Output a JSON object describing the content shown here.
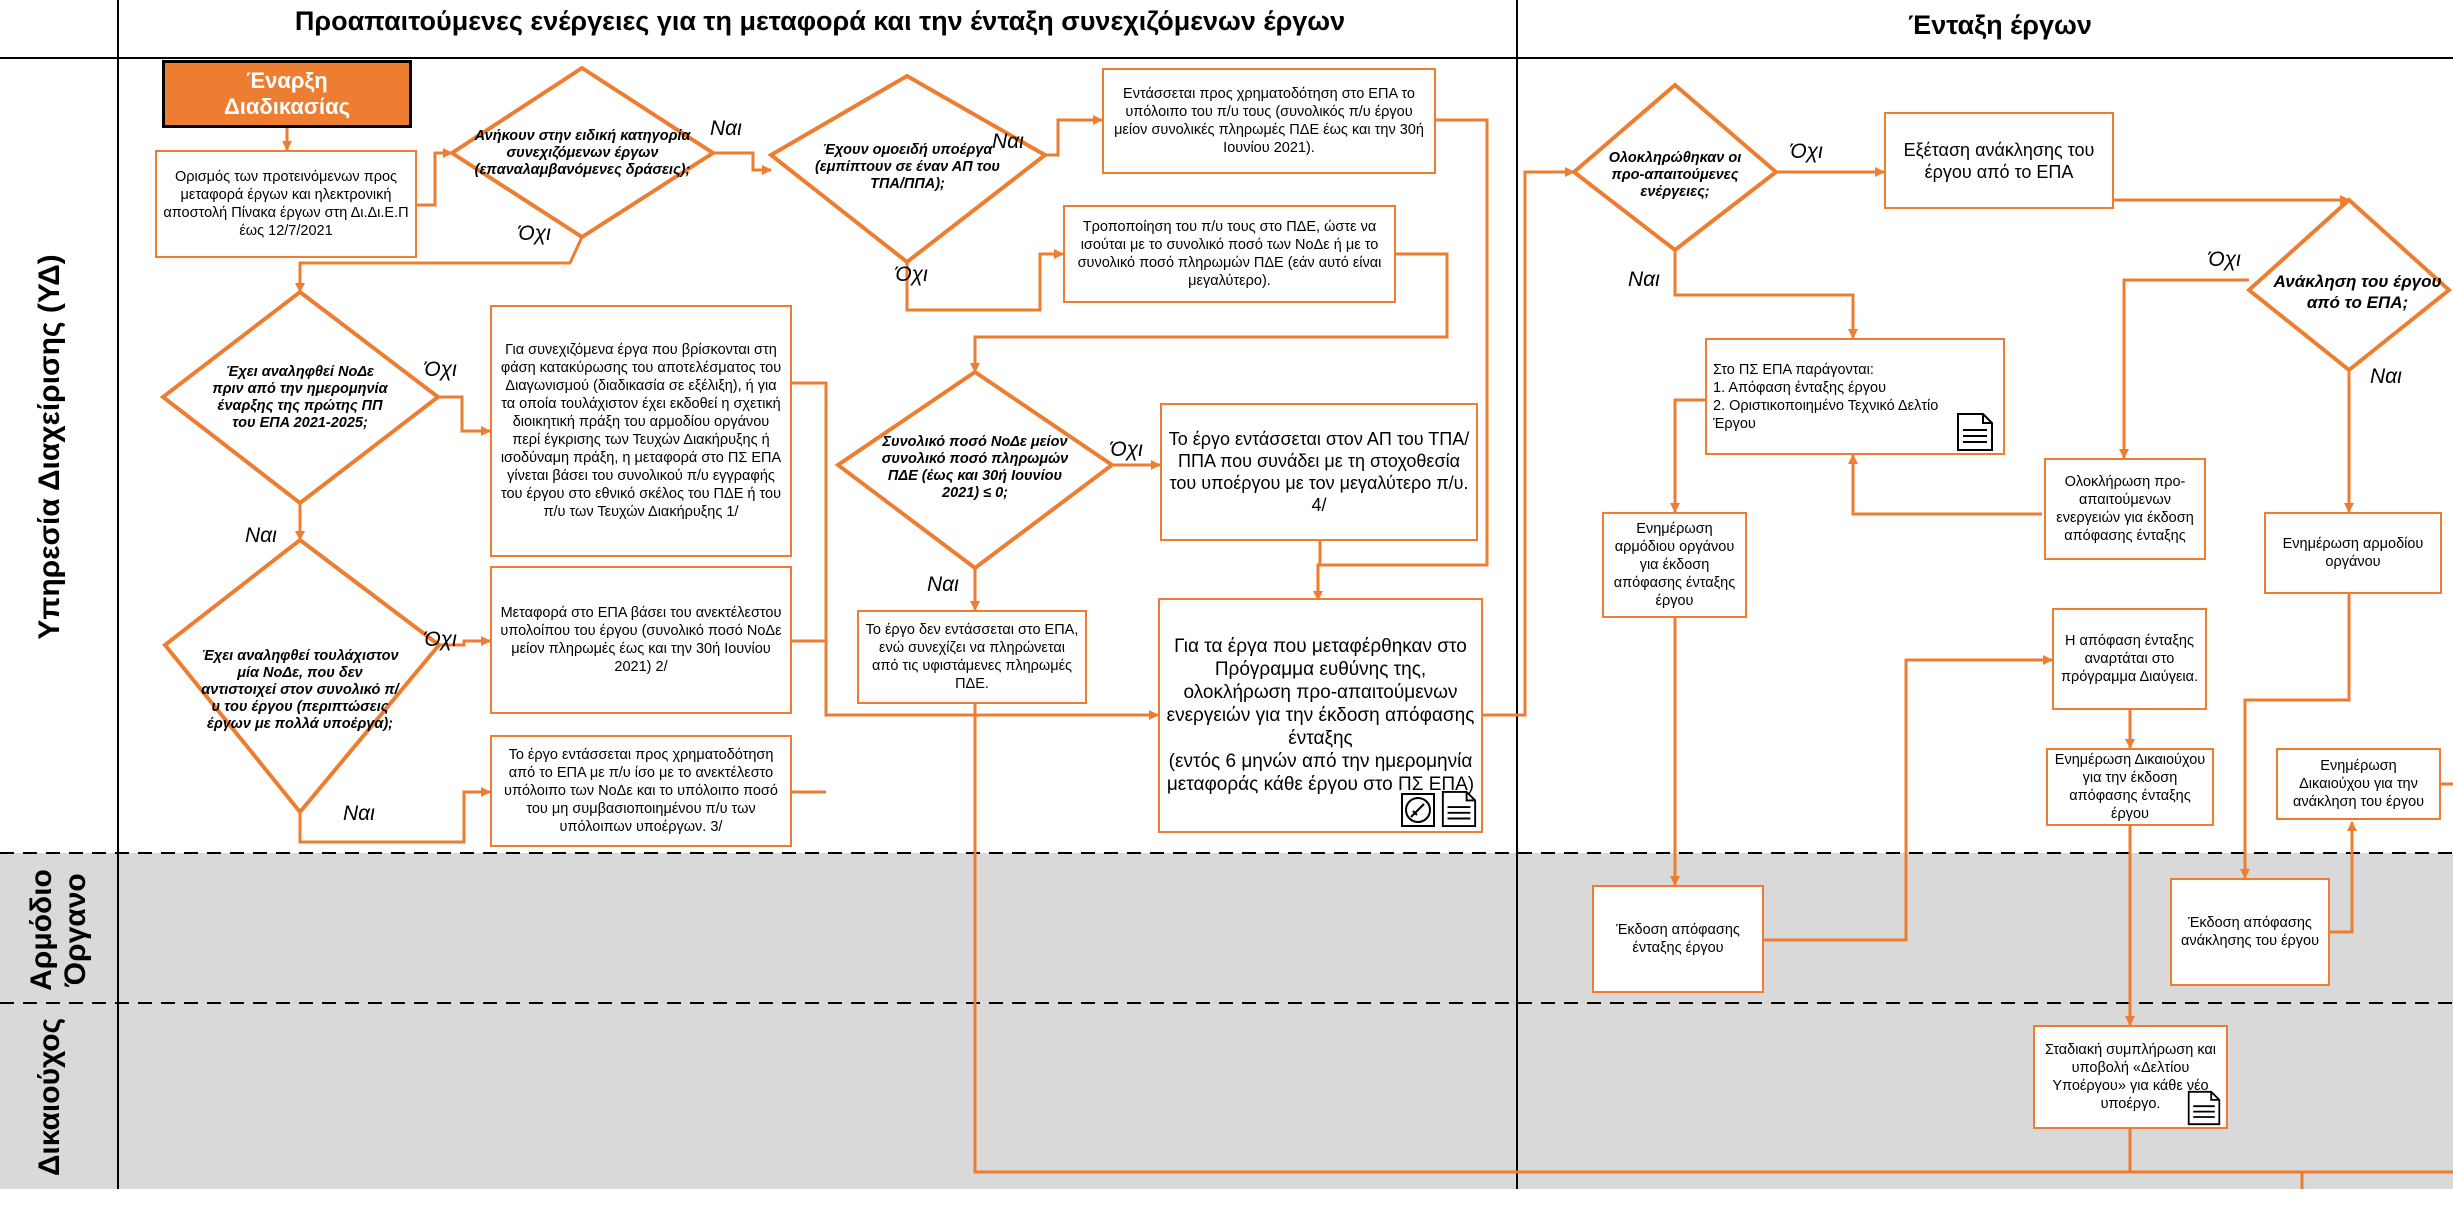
{
  "headers": {
    "left": "Προαπαιτούμενες ενέργειες για τη μεταφορά και την ένταξη συνεχιζόμενων έργων",
    "right": "Ένταξη έργων"
  },
  "lanes": {
    "yd": "Υπηρεσία Διαχείρισης (ΥΔ)",
    "organo": "Αρμόδιο\nΌργανο",
    "dikaiouxos": "Δικαιούχος"
  },
  "start": "Έναρξη\nΔιαδικασίας",
  "boxes": {
    "orismos": "Ορισμός των προτεινόμενων προς μεταφορά έργων και ηλεκτρονική αποστολή Πίνακα έργων στη Δι.Δι.Ε.Π έως 12/7/2021",
    "entassetai_ypoloipo": "Εντάσσεται προς χρηματοδότηση στο ΕΠΑ το υπόλοιπο του π/υ τους (συνολικός π/υ έργου μείον συνολικές πληρωμές ΠΔΕ έως και  την 30ή Ιουνίου 2021).",
    "tropopoiisi": "Τροποποίηση του π/υ τους στο ΠΔΕ, ώστε να ισούται με το συνολικό ποσό των ΝοΔε ή με το συνολικό ποσό πληρωμών ΠΔΕ (εάν αυτό είναι μεγαλύτερο).",
    "katakyrosi": "Για συνεχιζόμενα έργα που βρίσκονται στη φάση κατακύρωσης του αποτελέσματος του Διαγωνισμού (διαδικασία σε εξέλιξη), ή για τα οποία τουλάχιστον έχει εκδοθεί η σχετική διοικητική πράξη του αρμοδίου οργάνου περί έγκρισης των Τευχών Διακήρυξης ή ισοδύναμη πράξη, η μεταφορά στο ΠΣ ΕΠΑ γίνεται βάσει του συνολικού π/υ εγγραφής του έργου στο εθνικό σκέλος του ΠΔΕ ή του π/υ των Τευχών Διακήρυξης 1/",
    "metafora_anektelestou": "Μεταφορά στο ΕΠΑ βάσει του ανεκτέλεστου υπολοίπου του έργου (συνολικό ποσό ΝοΔε μείον πληρωμές έως και την 30ή Ιουνίου 2021) 2/",
    "entassetai_anektelesto": "Το έργο εντάσσεται προς χρηματοδότηση από το ΕΠΑ με π/υ ίσο με το ανεκτέλεστο υπόλοιπο των ΝοΔε και το υπόλοιπο ποσό του μη συμβασιοποιημένου π/υ των υπόλοιπων υποέργων. 3/",
    "entassetai_ap": "Το  έργο εντάσσεται στον ΑΠ του ΤΠΑ/ΠΠΑ που συνάδει με τη στοχοθεσία του υποέργου με τον μεγαλύτερο π/υ. 4/",
    "den_entassetai": "Το έργο δεν εντάσσεται στο ΕΠΑ, ενώ συνεχίζει να πληρώνεται από τις υφιστάμενες πληρωμές ΠΔΕ.",
    "programma_euthynis": "Για τα έργα που μεταφέρθηκαν στο Πρόγραμμα ευθύνης της, ολοκλήρωση προ-απαιτούμενων ενεργειών για την έκδοση απόφασης ένταξης\n(εντός 6 μηνών από την ημερομηνία μεταφοράς κάθε έργου στο ΠΣ ΕΠΑ)",
    "exetasi_anaklisis": "Εξέταση ανάκλησης του έργου από το ΕΠΑ",
    "ps_epa": "Στο ΠΣ ΕΠΑ παράγονται:\n1. Απόφαση ένταξης έργου\n2. Οριστικοποιημένο Τεχνικό Δελτίο\n    Έργου",
    "enimerosi_organou_entaxis": "Ενημέρωση αρμόδιου οργάνου για έκδοση απόφασης ένταξης έργου",
    "oloklirosi_proapaitoumenon": "Ολοκλήρωση προ-απαιτούμενων ενεργειών για έκδοση απόφασης ένταξης",
    "enimerosi_armodiou": "Ενημέρωση αρμοδίου οργάνου",
    "anartatai": "Η απόφαση ένταξης αναρτάται στο πρόγραμμα Διαύγεια.",
    "enimerosi_dikaiouxou_entaxis": "Ενημέρωση Δικαιούχου για την έκδοση απόφασης ένταξης έργου",
    "enimerosi_dikaiouxou_anaklisis": "Ενημέρωση Δικαιούχου για την ανάκληση του έργου",
    "ekdosi_entaxis": "Έκδοση απόφασης ένταξης έργου",
    "ekdosi_anaklisis": "Έκδοση απόφασης ανάκλησης του έργου",
    "stadiaki": "Σταδιακή συμπλήρωση και υποβολή «Δελτίου Υποέργου» για κάθε νέο υποέργο."
  },
  "decisions": {
    "anikoun": "Ανήκουν στην ειδική κατηγορία συνεχιζόμενων έργων (επαναλαμβανόμενες δράσεις);",
    "omoeidi": "Έχουν ομοειδή υποέργα (εμπίπτουν σε έναν ΑΠ του ΤΠΑ/ΠΠΑ);",
    "anafthei_node": "Έχει αναληφθεί ΝοΔε πριν από την ημερομηνία έναρξης της πρώτης ΠΠ του ΕΠΑ 2021-2025;",
    "toulaxiston_mia": "Έχει αναληφθεί τουλάχιστον μία ΝοΔε, που δεν αντιστοιχεί στον συνολικό π/υ του έργου (περιπτώσεις έργων με πολλά υποέργα);",
    "synoliko_poso": "Συνολικό ποσό ΝοΔε μείον συνολικό ποσό πληρωμών ΠΔΕ (έως και 30ή Ιουνίου 2021) ≤ 0;",
    "oloklirothikan": "Ολοκληρώθηκαν οι προ-απαιτούμενες ενέργειες;",
    "anaklisi": "Ανάκληση του έργου από το ΕΠΑ;"
  },
  "labels": {
    "yes": "Ναι",
    "no": "Όχι"
  },
  "colors": {
    "accent": "#ED7D31",
    "lane_shade": "#D9D9D9",
    "divider": "#000000"
  }
}
